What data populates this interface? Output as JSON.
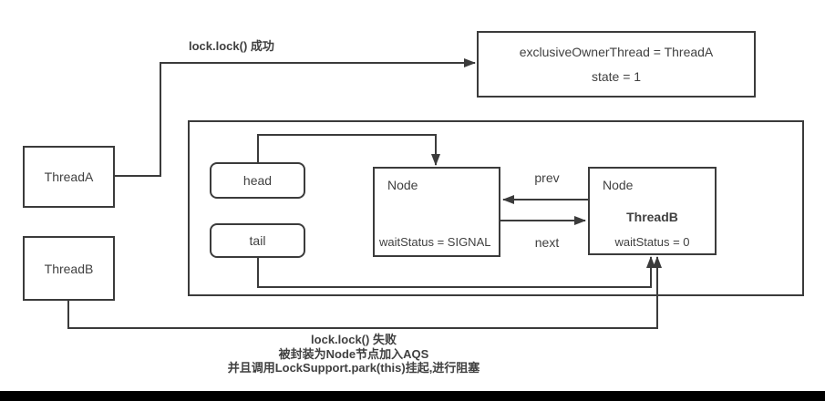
{
  "colors": {
    "line": "#3b3b3b",
    "text": "#404040",
    "bottom_bar": "#000000",
    "box_fill": "#ffffff"
  },
  "labels": {
    "lock_success": "lock.lock() 成功",
    "prev": "prev",
    "next": "next"
  },
  "state_box": {
    "line1": "exclusiveOwnerThread = ThreadA",
    "line2": "state = 1"
  },
  "thread_a": "ThreadA",
  "thread_b": "ThreadB",
  "aqs": {
    "head": "head",
    "tail": "tail",
    "node_head": {
      "title": "Node",
      "wait_status": "waitStatus = SIGNAL"
    },
    "node_threadb": {
      "title": "Node",
      "thread": "ThreadB",
      "wait_status": "waitStatus = 0"
    }
  },
  "caption": {
    "line1": "lock.lock() 失败",
    "line2": "被封装为Node节点加入AQS",
    "line3": "并且调用LockSupport.park(this)挂起,进行阻塞"
  }
}
